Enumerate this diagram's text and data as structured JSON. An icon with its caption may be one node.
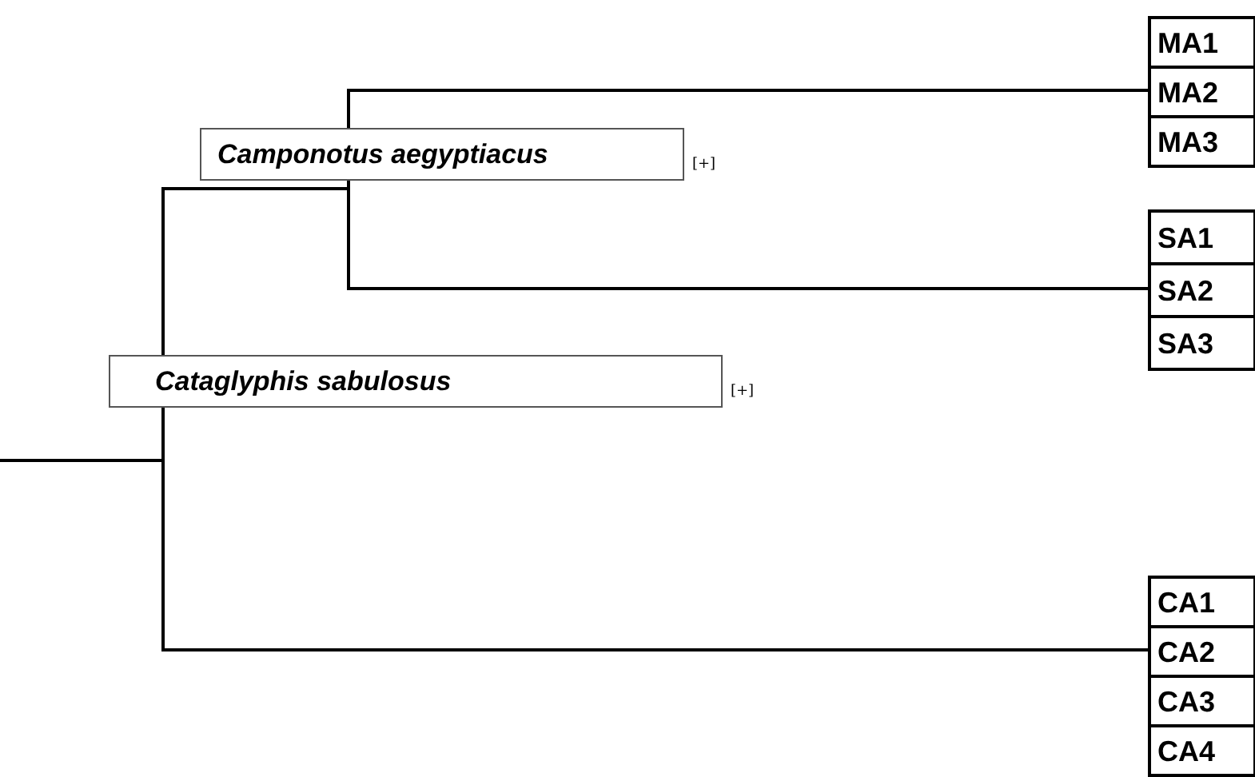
{
  "diagram": {
    "nodes": [
      {
        "text": [
          "Camponotus aegyptiacus"
        ],
        "beside": [
          "[+]"
        ]
      },
      {
        "text": [
          "Cataglyphis sabulosus"
        ],
        "beside": [
          "[+]"
        ]
      },
      {
        "text": [
          "MA1"
        ]
      },
      {
        "text": [
          "MA2"
        ]
      },
      {
        "text": [
          "MA3"
        ]
      },
      {
        "text": [
          "SA1"
        ]
      },
      {
        "text": [
          "SA2"
        ]
      },
      {
        "text": [
          "SA3"
        ]
      },
      {
        "text": [
          "CA1"
        ]
      },
      {
        "text": [
          "CA2"
        ]
      },
      {
        "text": [
          "CA3"
        ]
      },
      {
        "text": [
          "CA4"
        ]
      }
    ],
    "edges": [
      {
        "from": null,
        "to": 1,
        "arrow": "none"
      },
      {
        "from": 1,
        "to": 0,
        "arrow": "none"
      },
      {
        "from": 0,
        "to": 3,
        "arrow": "none"
      },
      {
        "from": 0,
        "to": 6,
        "arrow": "none"
      },
      {
        "from": 1,
        "to": 9,
        "arrow": "none"
      }
    ]
  }
}
